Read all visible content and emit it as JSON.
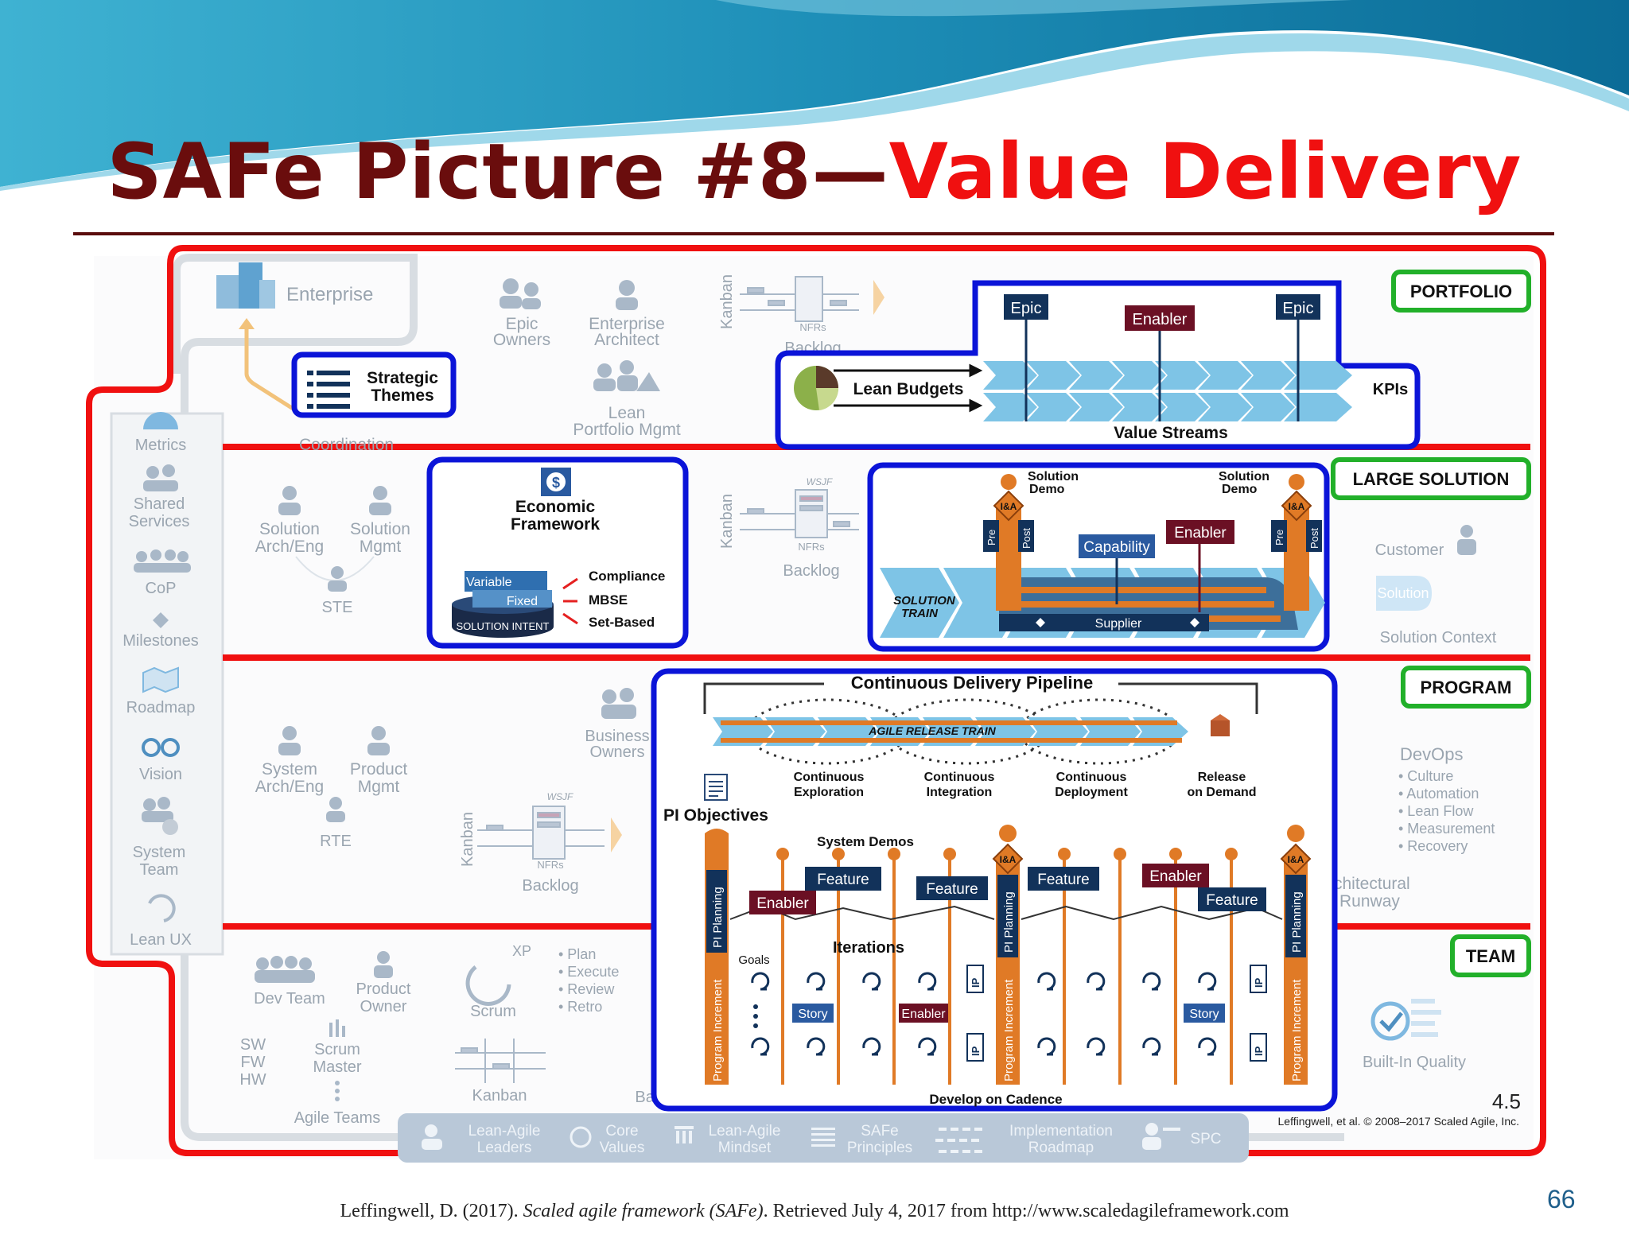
{
  "slide": {
    "title_part1": "SAFe Picture #8—",
    "title_part2": "Value Delivery",
    "citation_author": "Leffingwell, D. (2017). ",
    "citation_work": "Scaled agile framework (SAFe)",
    "citation_tail": ". Retrieved July 4, 2017 from http://www.scaledagileframework.com",
    "page_number": "66"
  },
  "colors": {
    "title_dark": "#6a0d0d",
    "title_red": "#f01010",
    "frame_red": "#f01010",
    "highlight_blue": "#0b14d8",
    "level_green": "#22b02a",
    "navy": "#12325a",
    "maroon": "#6b1024",
    "orange": "#e07a26"
  },
  "levels": {
    "portfolio": "PORTFOLIO",
    "large_solution": "LARGE SOLUTION",
    "program": "PROGRAM",
    "team": "TEAM"
  },
  "faded": {
    "enterprise": "Enterprise",
    "coordination": "Coordination",
    "epic_owners_1": "Epic",
    "epic_owners_2": "Owners",
    "ent_arch_1": "Enterprise",
    "ent_arch_2": "Architect",
    "lean_pm_1": "Lean",
    "lean_pm_2": "Portfolio Mgmt",
    "kanban": "Kanban",
    "nfrs": "NFRs",
    "backlog": "Backlog",
    "wsjf": "WSJF",
    "sidebar": [
      "Metrics",
      "Shared",
      "Services",
      "CoP",
      "Milestones",
      "Roadmap",
      "Vision",
      "System",
      "Team",
      "Lean UX"
    ],
    "sol_arch_1": "Solution",
    "sol_arch_2": "Arch/Eng",
    "sol_mgmt_1": "Solution",
    "sol_mgmt_2": "Mgmt",
    "ste": "STE",
    "customer": "Customer",
    "solution": "Solution",
    "solution_context": "Solution Context",
    "business_owners_1": "Business",
    "business_owners_2": "Owners",
    "sys_arch_1": "System",
    "sys_arch_2": "Arch/Eng",
    "prod_mgmt_1": "Product",
    "prod_mgmt_2": "Mgmt",
    "rte": "RTE",
    "devops": "DevOps",
    "devops_items": [
      "• Culture",
      "• Automation",
      "• Lean Flow",
      "• Measurement",
      "• Recovery"
    ],
    "arch_runway_1": "Architectural",
    "arch_runway_2": "Runway",
    "dev_team": "Dev Team",
    "product_owner_1": "Product",
    "product_owner_2": "Owner",
    "sw": "SW",
    "fw": "FW",
    "hw": "HW",
    "scrum_master_1": "Scrum",
    "scrum_master_2": "Master",
    "agile_teams": "Agile Teams",
    "xp": "XP",
    "scrum": "Scrum",
    "scrum_items": [
      "• Plan",
      "• Execute",
      "• Review",
      "• Retro"
    ],
    "kanban_team": "Kanban",
    "built_in_quality": "Built-In Quality",
    "version": "4.5",
    "copyright": "Leffingwell, et al. © 2008–2017 Scaled Agile, Inc.",
    "footer": [
      {
        "l1": "Lean-Agile",
        "l2": "Leaders"
      },
      {
        "l1": "Core",
        "l2": "Values"
      },
      {
        "l1": "Lean-Agile",
        "l2": "Mindset"
      },
      {
        "l1": "SAFe",
        "l2": "Principles"
      },
      {
        "l1": "Implementation",
        "l2": "Roadmap"
      },
      {
        "l1": "SPC",
        "l2": ""
      }
    ]
  },
  "strategic_themes": {
    "l1": "Strategic",
    "l2": "Themes"
  },
  "portfolio_box": {
    "epic": "Epic",
    "enabler": "Enabler",
    "lean_budgets": "Lean Budgets",
    "value_streams": "Value Streams",
    "kpis": "KPIs"
  },
  "economic_framework": {
    "title_1": "Economic",
    "title_2": "Framework",
    "variable": "Variable",
    "fixed": "Fixed",
    "solution_intent": "SOLUTION INTENT",
    "compliance": "Compliance",
    "mbse": "MBSE",
    "set_based": "Set-Based"
  },
  "solution_train": {
    "solution_demo_1": "Solution",
    "solution_demo_2": "Demo",
    "ia": "I&A",
    "pre": "Pre",
    "post": "Post",
    "capability": "Capability",
    "enabler": "Enabler",
    "train_1": "SOLUTION",
    "train_2": "TRAIN",
    "supplier": "Supplier"
  },
  "program_box": {
    "cdp": "Continuous Delivery Pipeline",
    "art": "AGILE RELEASE TRAIN",
    "exploration_1": "Continuous",
    "exploration_2": "Exploration",
    "integration_1": "Continuous",
    "integration_2": "Integration",
    "deployment_1": "Continuous",
    "deployment_2": "Deployment",
    "release_1": "Release",
    "release_2": "on Demand",
    "pi_objectives": "PI Objectives",
    "system_demos": "System Demos",
    "feature": "Feature",
    "enabler": "Enabler",
    "pi_planning": "PI Planning",
    "program_increment": "Program Increment",
    "iterations": "Iterations",
    "goals": "Goals",
    "story": "Story",
    "ip": "IP",
    "develop_on_cadence": "Develop on Cadence"
  }
}
